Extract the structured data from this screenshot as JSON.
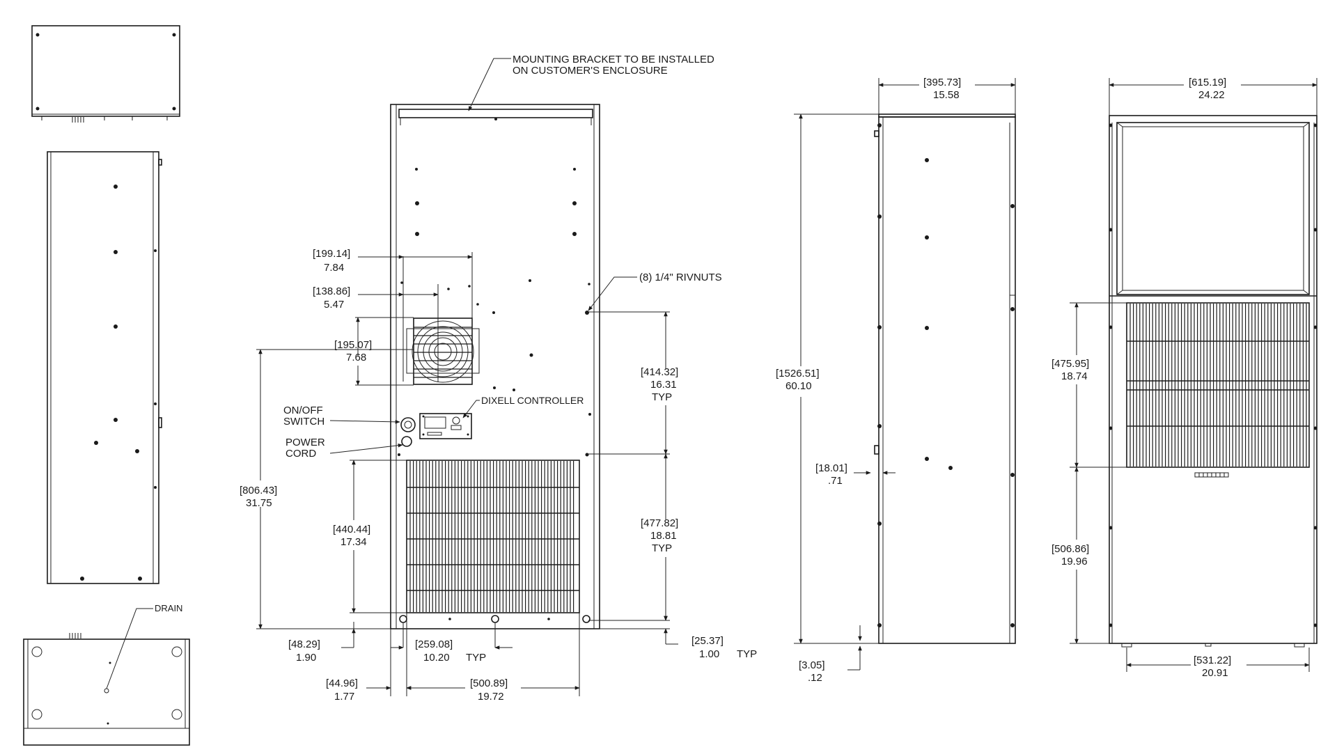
{
  "drawing": {
    "labels": {
      "bracket_line1": "MOUNTING BRACKET  TO BE INSTALLED",
      "bracket_line2": "ON CUSTOMER'S ENCLOSURE",
      "rivnuts": "(8) 1/4\" RIVNUTS",
      "controller": "DIXELL CONTROLLER",
      "switch_line1": "ON/OFF",
      "switch_line2": "SWITCH",
      "cord_line1": "POWER",
      "cord_line2": "CORD",
      "drain": "DRAIN"
    },
    "dims": {
      "d199": {
        "mm": "[199.14]",
        "in": "7.84"
      },
      "d138": {
        "mm": "[138.86]",
        "in": "5.47"
      },
      "d195": {
        "mm": "[195.07]",
        "in": "7.68"
      },
      "d806": {
        "mm": "[806.43]",
        "in": "31.75"
      },
      "d440": {
        "mm": "[440.44]",
        "in": "17.34"
      },
      "d48": {
        "mm": "[48.29]",
        "in": "1.90"
      },
      "d259": {
        "mm": "[259.08]",
        "in": "10.20",
        "note": "TYP"
      },
      "d44": {
        "mm": "[44.96]",
        "in": "1.77"
      },
      "d500": {
        "mm": "[500.89]",
        "in": "19.72"
      },
      "d414": {
        "mm": "[414.32]",
        "in": "16.31",
        "note": "TYP"
      },
      "d477": {
        "mm": "[477.82]",
        "in": "18.81",
        "note": "TYP"
      },
      "d25": {
        "mm": "[25.37]",
        "in": "1.00",
        "note": "TYP"
      },
      "d395": {
        "mm": "[395.73]",
        "in": "15.58"
      },
      "d1526": {
        "mm": "[1526.51]",
        "in": "60.10"
      },
      "d18": {
        "mm": "[18.01]",
        "in": ".71"
      },
      "d3": {
        "mm": "[3.05]",
        "in": ".12"
      },
      "d615": {
        "mm": "[615.19]",
        "in": "24.22"
      },
      "d475": {
        "mm": "[475.95]",
        "in": "18.74"
      },
      "d506": {
        "mm": "[506.86]",
        "in": "19.96"
      },
      "d531": {
        "mm": "[531.22]",
        "in": "20.91"
      }
    }
  }
}
